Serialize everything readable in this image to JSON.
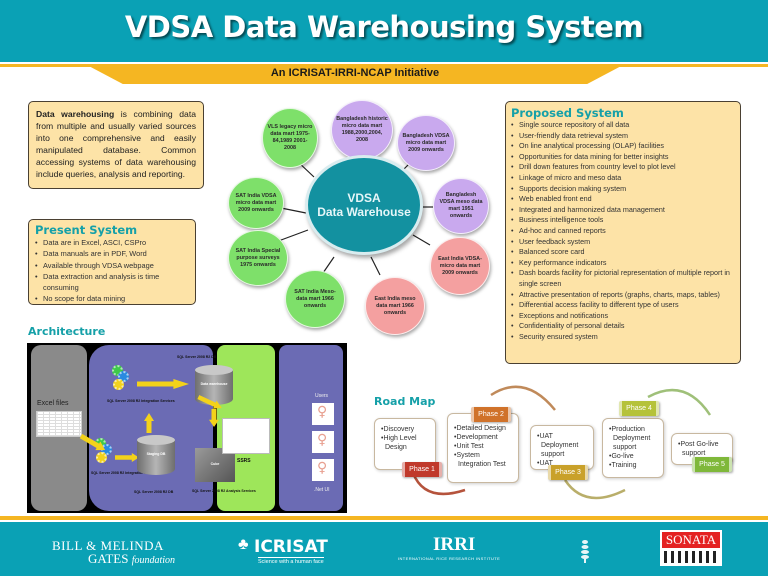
{
  "header": {
    "title": "VDSA Data Warehousing System",
    "subtitle": "An ICRISAT-IRRI-NCAP Initiative"
  },
  "definition": {
    "term": "Data warehousing",
    "text": " is combining data from multiple and usually varied sources into one comprehensive and easily manipulated database. Common accessing systems of data warehousing include queries, analysis and reporting."
  },
  "present_system": {
    "title": "Present System",
    "items": [
      "Data are in Excel, ASCI, CSPro",
      "Data manuals are in PDF, Word",
      "Available through VDSA webpage",
      "Data extraction and analysis is time consuming",
      "No scope for data mining"
    ]
  },
  "proposed_system": {
    "title": "Proposed System",
    "items": [
      "Single source repository of all data",
      "User-friendly data retrieval system",
      "On line analytical processing (OLAP) facilities",
      "Opportunities for data mining for better insights",
      "Drill down features from country level to plot level",
      "Linkage of micro and meso data",
      "Supports decision making system",
      "Web enabled front end",
      "Integrated and harmonized data management",
      "Business intelligence tools",
      "Ad-hoc and canned reports",
      "User feedback system",
      "Balanced score card",
      "Key performance indicators",
      "Dash boards facility for pictorial representation of multiple report in single screen",
      "Attractive presentation of reports (graphs, charts, maps, tables)",
      "Differential access facility to different type of users",
      "Exceptions and notifications",
      "Confidentiality of personal details",
      "Security ensured system"
    ]
  },
  "hub": {
    "center_line1": "VDSA",
    "center_line2": "Data Warehouse",
    "nodes": [
      {
        "label": "VLS legacy micro data mart 1975-84,1989 2001-2008",
        "color": "green"
      },
      {
        "label": "Bangladesh historic micro data mart 1988,2000,2004, 2008",
        "color": "purple"
      },
      {
        "label": "Bangladesh VDSA micro data mart 2009 onwards",
        "color": "purple"
      },
      {
        "label": "SAT India VDSA micro data mart 2009 onwards",
        "color": "green"
      },
      {
        "label": "Bangladesh VDSA meso data mart 1951 onwards",
        "color": "purple"
      },
      {
        "label": "SAT India Special purpose surveys 1975 onwards",
        "color": "green"
      },
      {
        "label": "East India VDSA-micro data mart 2009 onwards",
        "color": "pink"
      },
      {
        "label": "SAT India Meso-data mart 1966 onwards",
        "color": "green"
      },
      {
        "label": "East India meso data mart 1966 onwards",
        "color": "pink"
      }
    ]
  },
  "architecture": {
    "title": "Architecture",
    "labels": {
      "excel": "Excel files",
      "dw_server": "SQL Server 2008 R2 DB",
      "data_warehouse": "Data warehouse",
      "ssis_top": "SQL Server 2008 R2 Integration Services",
      "ssis_bottom": "SQL Server 2008 R2 Integration Services",
      "staging": "Staging DB",
      "staging_server": "SQL Server 2008 R2 DB",
      "cube": "Cube",
      "ssas": "SQL Server 2008 R2 Analysis Services",
      "ssrs": "SSRS",
      "users": "Users",
      "net_ui": ".Net UI"
    }
  },
  "roadmap": {
    "title": "Road Map",
    "phases": [
      {
        "label": "Phase 1",
        "items": [
          "Discovery",
          "High Level Design"
        ],
        "color": "#c0392b"
      },
      {
        "label": "Phase 2",
        "items": [
          "Detailed Design",
          "Development",
          "Unit Test",
          "System Integration Test"
        ],
        "color": "#d0722a"
      },
      {
        "label": "Phase 3",
        "items": [
          "UAT Deployment support",
          "UAT"
        ],
        "color": "#c9a12a"
      },
      {
        "label": "Phase 4",
        "items": [
          "Production Deployment support",
          "Go-live",
          "Training"
        ],
        "color": "#b5c23a"
      },
      {
        "label": "Phase 5",
        "items": [
          "Post Go-live support"
        ],
        "color": "#7fb83a"
      }
    ]
  },
  "footer": {
    "gates_line1": "BILL & MELINDA",
    "gates_line2": "GATES",
    "gates_foundation": "foundation",
    "icrisat": "ICRISAT",
    "icrisat_tagline": "Science with a human face",
    "irri": "IRRI",
    "irri_tagline": "INTERNATIONAL RICE RESEARCH INSTITUTE",
    "sonata": "SONATA"
  },
  "colors": {
    "brand_teal": "#0aa1b5",
    "accent_yellow": "#f5b622",
    "box_fill": "#fde3a7",
    "heading_teal": "#15a0a8"
  }
}
